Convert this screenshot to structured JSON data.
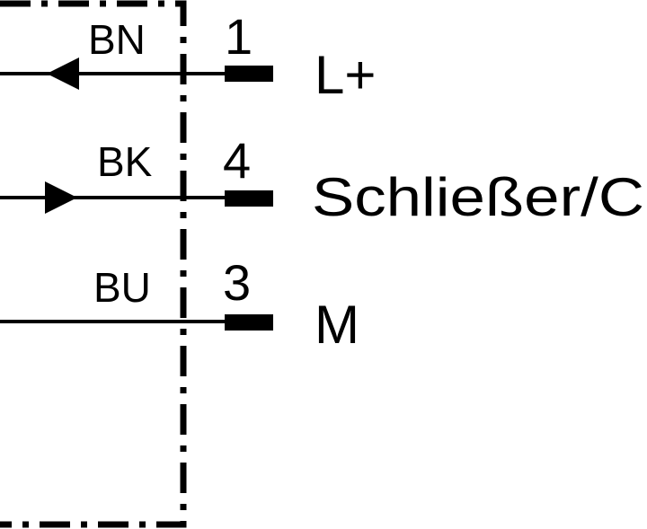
{
  "connections": [
    {
      "wire": "BN",
      "pin": "1",
      "signal": "L+",
      "arrow": "left-arrow-icon"
    },
    {
      "wire": "BK",
      "pin": "4",
      "signal": "Schließer/C",
      "arrow": "right-arrow-icon"
    },
    {
      "wire": "BU",
      "pin": "3",
      "signal": "M",
      "arrow": ""
    }
  ],
  "colors": {
    "line": "#000000",
    "background": "#ffffff"
  }
}
